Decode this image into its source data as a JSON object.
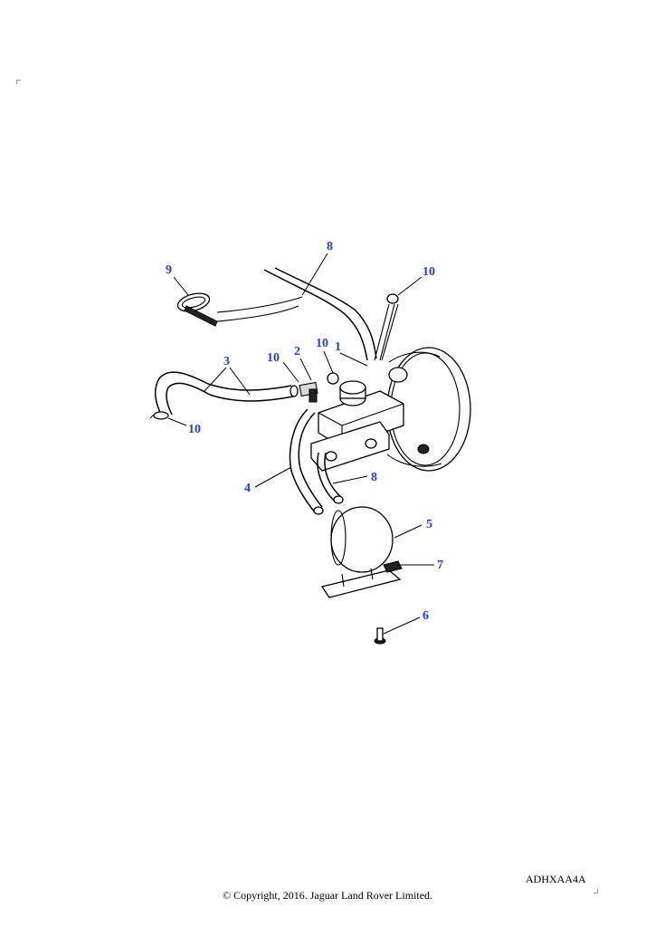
{
  "diagram": {
    "reference_code": "ADHXAA4A",
    "copyright": "© Copyright, 2016. Jaguar Land Rover Limited.",
    "callouts": [
      "1",
      "2",
      "3",
      "4",
      "5",
      "6",
      "7",
      "8",
      "8",
      "9",
      "10",
      "10",
      "10"
    ],
    "callout_color": "#1f3fd0"
  }
}
